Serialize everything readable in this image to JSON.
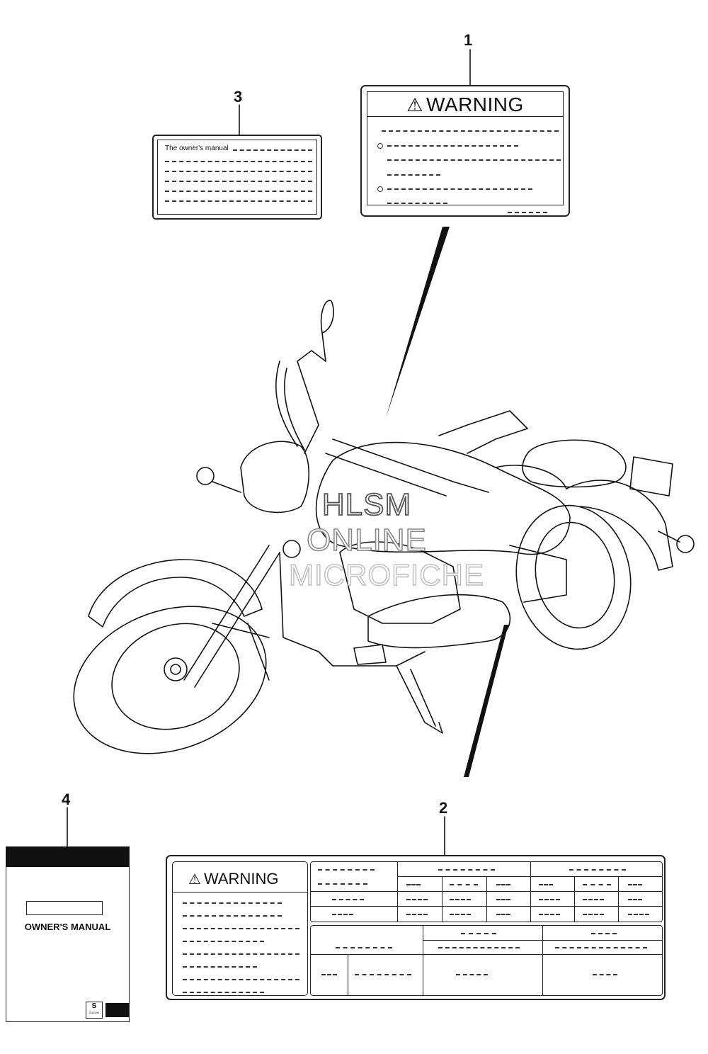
{
  "callouts": {
    "c1": "1",
    "c2": "2",
    "c3": "3",
    "c4": "4"
  },
  "label1": {
    "heading": "WARNING"
  },
  "label2": {
    "heading": "WARNING"
  },
  "label3": {
    "first_line": "The owner's manual"
  },
  "manual": {
    "title": "OWNER'S MANUAL",
    "brand": "SUZUKI"
  },
  "watermark": {
    "line1": "HLSM",
    "line2": "ONLINE",
    "line3": "MICROFICHE"
  },
  "colors": {
    "ink": "#111111",
    "paper": "#ffffff"
  },
  "icons": {
    "warning": "warning-triangle-icon"
  }
}
